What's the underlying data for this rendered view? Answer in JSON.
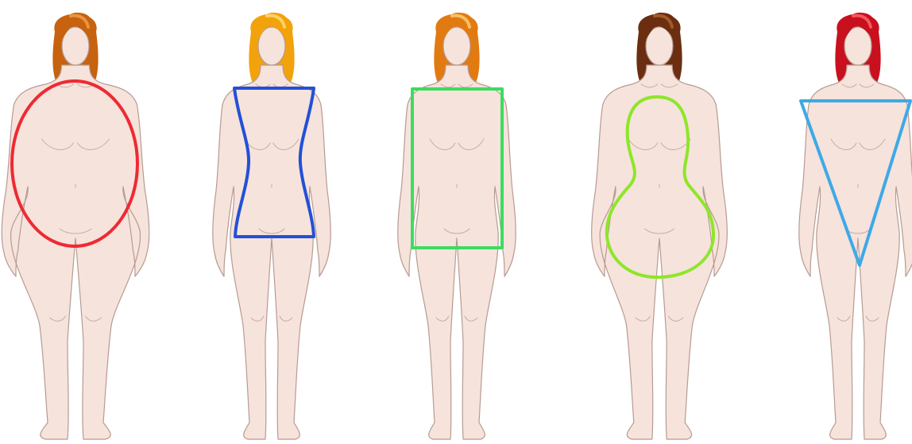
{
  "colors": {
    "skin": "#f6e3dc",
    "skin_line": "#b79b92",
    "background": "#ffffff"
  },
  "figures": [
    {
      "id": "apple",
      "shape_kind": "ellipse",
      "outline_color": "#ee2a33",
      "hair_color": "#c7620f",
      "hair_highlight": "#f0a24a"
    },
    {
      "id": "hourglass",
      "shape_kind": "hourglass",
      "outline_color": "#2450d6",
      "hair_color": "#f2a20b",
      "hair_highlight": "#ffe07a"
    },
    {
      "id": "rectangle",
      "shape_kind": "rectangle",
      "outline_color": "#3ddc5f",
      "hair_color": "#e27a12",
      "hair_highlight": "#ffd27a"
    },
    {
      "id": "pear",
      "shape_kind": "pear",
      "outline_color": "#8ee62a",
      "hair_color": "#6b2e10",
      "hair_highlight": "#b3652e"
    },
    {
      "id": "inverted-triangle",
      "shape_kind": "inverted-triangle",
      "outline_color": "#3ea9e6",
      "hair_color": "#c8101e",
      "hair_highlight": "#ff6a6a"
    }
  ]
}
